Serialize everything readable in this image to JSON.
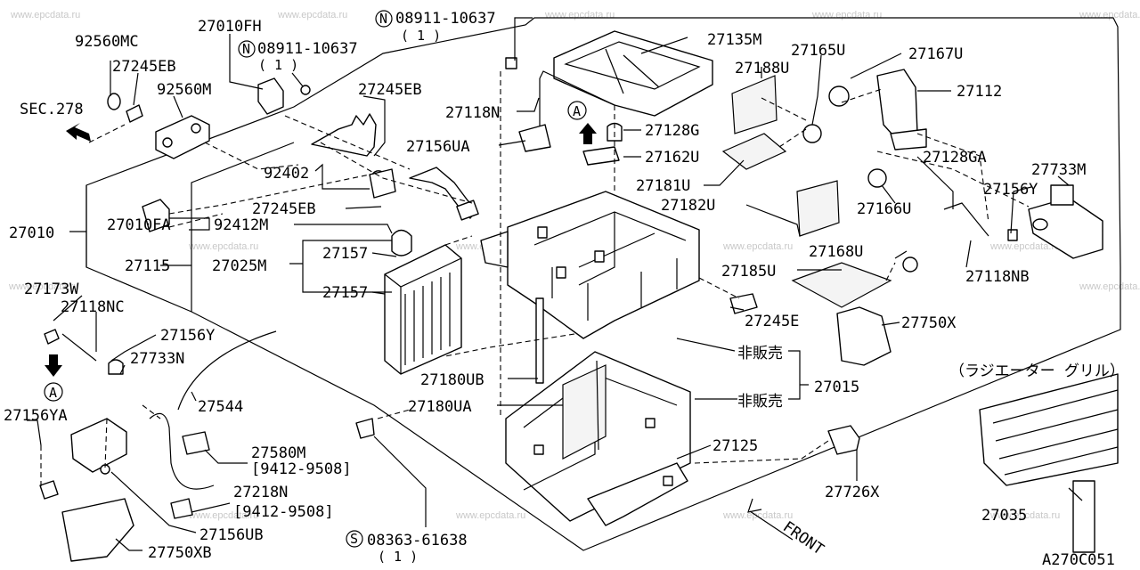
{
  "watermark": "www.epcdata.ru",
  "diagram_code": "A270C051",
  "sec_ref": "SEC.278",
  "front_label": "FRONT",
  "ref_marker": "A",
  "grille_note": "（ラジエーター グリル）",
  "not_sold": "非販売",
  "fasteners": {
    "n1": {
      "prefix": "N",
      "part": "08911-10637",
      "qty": "( 1 )"
    },
    "n2": {
      "prefix": "N",
      "part": "08911-10637",
      "qty": "( 1 )"
    },
    "s1": {
      "prefix": "S",
      "part": "08363-61638",
      "qty": "( 1 )"
    }
  },
  "labels": {
    "p92560MC": "92560MC",
    "p27245EB_a": "27245EB",
    "p92560M": "92560M",
    "p27010FH": "27010FH",
    "p27245EB_b": "27245EB",
    "p27118N": "27118N",
    "p27156UA": "27156UA",
    "p92402": "92402",
    "p27245EB_c": "27245EB",
    "p27010": "27010",
    "p92412M": "92412M",
    "p27010FA": "27010FA",
    "p27115": "27115",
    "p27025M": "27025M",
    "p27157_a": "27157",
    "p27157_b": "27157",
    "p27135M": "27135M",
    "p27128G": "27128G",
    "p27162U": "27162U",
    "p27188U": "27188U",
    "p27165U": "27165U",
    "p27167U": "27167U",
    "p27112": "27112",
    "p27181U": "27181U",
    "p27182U": "27182U",
    "p27166U": "27166U",
    "p27128GA": "27128GA",
    "p27156Y": "27156Y",
    "p27733M": "27733M",
    "p27168U": "27168U",
    "p27118NB": "27118NB",
    "p27185U": "27185U",
    "p27245E": "27245E",
    "p27750X": "27750X",
    "p27015": "27015",
    "p27180UB": "27180UB",
    "p27180UA": "27180UA",
    "p27125": "27125",
    "p27726X": "27726X",
    "p27035": "27035",
    "p27173W": "27173W",
    "p27118NC": "27118NC",
    "p27156Y_b": "27156Y",
    "p27733N": "27733N",
    "p27156YA": "27156YA",
    "p27544": "27544",
    "p27580M": "27580M",
    "p27580M_date": "[9412-9508]",
    "p27218N": "27218N",
    "p27218N_date": "[9412-9508]",
    "p27156UB": "27156UB",
    "p27750XB": "27750XB"
  }
}
